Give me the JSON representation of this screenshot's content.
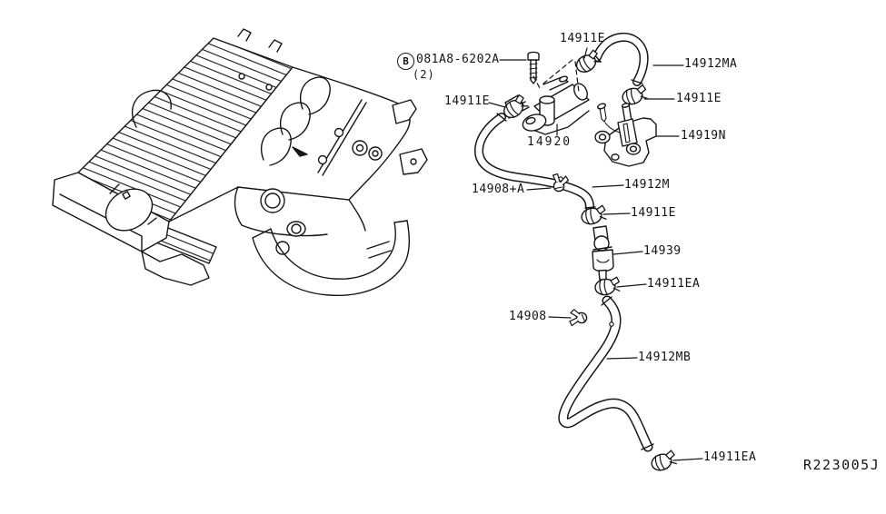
{
  "ref_code": "R223005J",
  "bolt_callout": {
    "prefix": "B",
    "code": "081A8-6202A",
    "qty": "(2)"
  },
  "labels": {
    "clamp_top": "14911E",
    "hose_upper": "14912MA",
    "clamp_right": "14911E",
    "clamp_left": "14911E",
    "purge_valve": "14920",
    "bracket": "14919N",
    "hose_mid": "14912M",
    "spring_clamp_a": "14908+A",
    "clamp_mid": "14911E",
    "check_valve": "14939",
    "clamp_ea_upper": "14911EA",
    "spring_clamp": "14908",
    "hose_lower": "14912MB",
    "clamp_ea_lower": "14911EA"
  },
  "icons": {
    "engine": "engine-line-art",
    "bolt": "bolt-icon",
    "hose_clamp": "hose-clamp-icon",
    "spring_clamp": "spring-clamp-icon"
  },
  "colors": {
    "line": "#161616",
    "background": "#ffffff"
  }
}
